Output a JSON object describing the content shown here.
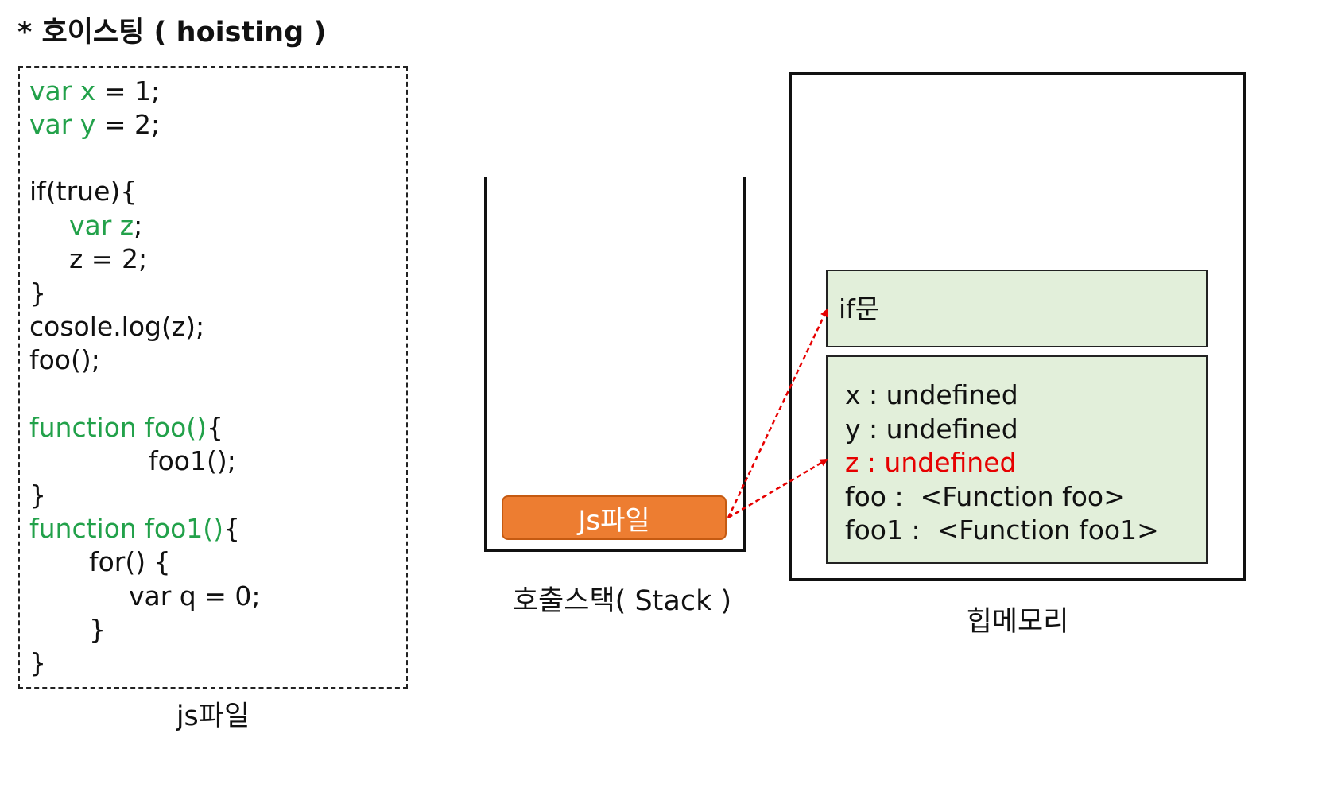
{
  "title": "* 호이스팅 ( hoisting )",
  "code_lines": [
    {
      "indent": 0,
      "parts": [
        {
          "t": "var x",
          "kw": true
        },
        {
          "t": " = 1;",
          "kw": false
        }
      ]
    },
    {
      "indent": 0,
      "parts": [
        {
          "t": "var y",
          "kw": true
        },
        {
          "t": " = 2;",
          "kw": false
        }
      ]
    },
    {
      "indent": 0,
      "parts": []
    },
    {
      "indent": 0,
      "parts": [
        {
          "t": "if(true){",
          "kw": false
        }
      ]
    },
    {
      "indent": 1,
      "parts": [
        {
          "t": "var z",
          "kw": true
        },
        {
          "t": ";",
          "kw": false
        }
      ]
    },
    {
      "indent": 1,
      "parts": [
        {
          "t": "z = 2;",
          "kw": false
        }
      ]
    },
    {
      "indent": 0,
      "parts": [
        {
          "t": "}",
          "kw": false
        }
      ]
    },
    {
      "indent": 0,
      "parts": [
        {
          "t": "cosole.log(z);",
          "kw": false
        }
      ]
    },
    {
      "indent": 0,
      "parts": [
        {
          "t": "foo();",
          "kw": false
        }
      ]
    },
    {
      "indent": 0,
      "parts": []
    },
    {
      "indent": 0,
      "parts": [
        {
          "t": "function foo()",
          "kw": true
        },
        {
          "t": "{",
          "kw": false
        }
      ]
    },
    {
      "indent": 3,
      "parts": [
        {
          "t": "foo1();",
          "kw": false
        }
      ]
    },
    {
      "indent": 0,
      "parts": [
        {
          "t": "}",
          "kw": false
        }
      ]
    },
    {
      "indent": 0,
      "parts": [
        {
          "t": "function foo1()",
          "kw": true
        },
        {
          "t": "{",
          "kw": false
        }
      ]
    },
    {
      "indent": 1.5,
      "parts": [
        {
          "t": "for() {",
          "kw": false
        }
      ]
    },
    {
      "indent": 2.5,
      "parts": [
        {
          "t": "var q = 0;",
          "kw": false
        }
      ]
    },
    {
      "indent": 1.5,
      "parts": [
        {
          "t": "}",
          "kw": false
        }
      ]
    },
    {
      "indent": 0,
      "parts": [
        {
          "t": "}",
          "kw": false
        }
      ]
    }
  ],
  "code_caption": "js파일",
  "stack": {
    "frame_label": "Js파일",
    "caption": "호출스택( Stack )"
  },
  "heap": {
    "caption": "힙메모리",
    "if_scope_label": "if문",
    "variables": [
      {
        "text": "x : undefined",
        "highlight": false
      },
      {
        "text": "y : undefined",
        "highlight": false
      },
      {
        "text": "z : undefined",
        "highlight": true
      },
      {
        "text": "foo :  <Function foo>",
        "highlight": false
      },
      {
        "text": "foo1 :  <Function foo1>",
        "highlight": false
      }
    ]
  },
  "colors": {
    "keyword": "#22a14a",
    "highlight": "#e60000",
    "frame": "#ed7d31",
    "scope_fill": "#e2efda",
    "arrow": "#e60000"
  }
}
